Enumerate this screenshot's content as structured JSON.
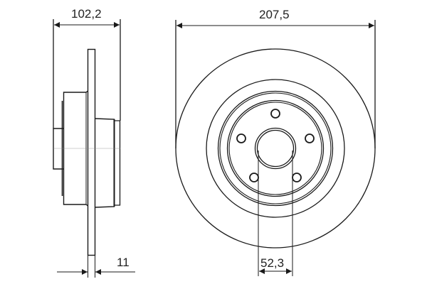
{
  "drawing": {
    "title": "Brake disc technical drawing",
    "line_color": "#1a1a1a",
    "background": "#ffffff",
    "views": [
      "side-view",
      "front-view"
    ]
  },
  "dimensions": {
    "overall_height": {
      "label": "102,2",
      "unit": "mm",
      "view": "side-view"
    },
    "outer_diameter": {
      "label": "207,5",
      "unit": "mm",
      "view": "front-view"
    },
    "thickness": {
      "label": "11",
      "unit": "mm",
      "view": "side-view"
    },
    "center_bore": {
      "label": "52,3",
      "unit": "mm",
      "view": "front-view"
    }
  },
  "front_view": {
    "bolt_holes": 5
  }
}
